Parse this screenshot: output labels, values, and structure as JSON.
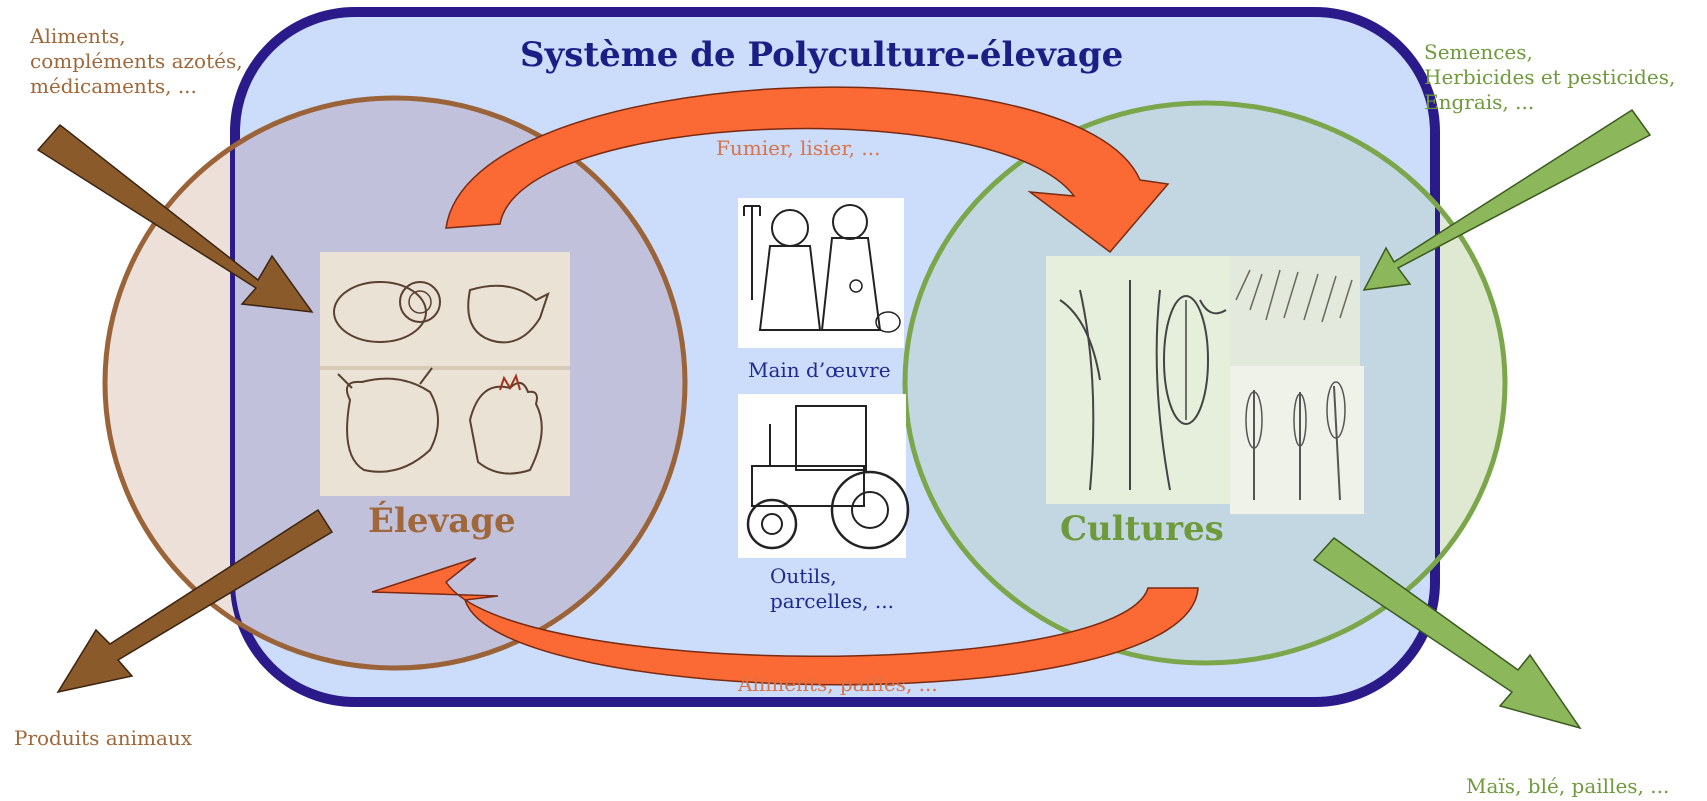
{
  "title": "Système de Polyculture-élevage",
  "elevage": {
    "label": "Élevage",
    "inputs": [
      "Aliments,",
      "compléments azotés,",
      "médicaments, ..."
    ],
    "output": "Produits animaux"
  },
  "cultures": {
    "label": "Cultures",
    "inputs": [
      "Semences,",
      "Herbicides et pesticides,",
      "Engrais, ..."
    ],
    "output": "Maïs, blé, pailles, ..."
  },
  "flows": {
    "top": "Fumier, lisier, ...",
    "bottom": "Aliments, pailles, ..."
  },
  "center": {
    "labor": "Main d’œuvre",
    "tools": [
      "Outils,",
      "parcelles, ..."
    ]
  },
  "colors": {
    "frame": "#2a1a8a",
    "frame_fill": "#ccdcfb",
    "elevage_ring": "#9a6338",
    "cultures_ring": "#7ba64a",
    "flow_arrows": "#fb6a35",
    "brown_arrows": "#8a5a2b",
    "green_arrows": "#8cb75a"
  },
  "icons": [
    "livestock-illustration",
    "farmer-couple-illustration",
    "tractor-illustration",
    "crops-illustration"
  ]
}
